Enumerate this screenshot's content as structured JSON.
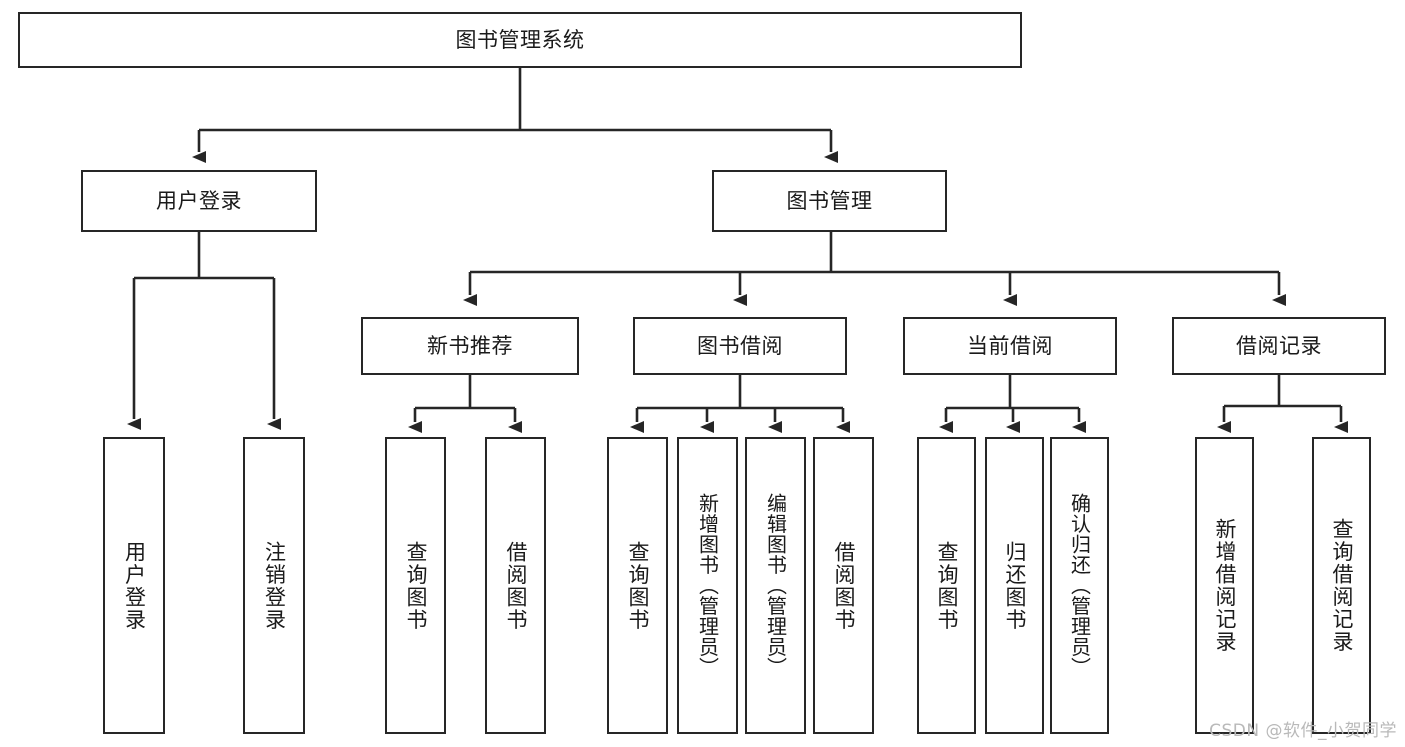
{
  "diagram": {
    "type": "tree-hierarchy",
    "title": "图书管理系统",
    "watermark": "CSDN @软件_小贺同学",
    "colors": {
      "stroke": "#262626",
      "fill": "#ffffff",
      "text": "#1a1a1a",
      "watermark": "#b9b9b9"
    },
    "nodes": {
      "root": {
        "label": "图书管理系统"
      },
      "level1": [
        {
          "id": "user-login",
          "label": "用户登录"
        },
        {
          "id": "book-management",
          "label": "图书管理"
        }
      ],
      "level2": [
        {
          "id": "new-book-recommend",
          "label": "新书推荐"
        },
        {
          "id": "book-borrow",
          "label": "图书借阅"
        },
        {
          "id": "current-borrow",
          "label": "当前借阅"
        },
        {
          "id": "borrow-record",
          "label": "借阅记录"
        }
      ],
      "leaves": {
        "user_login": [
          {
            "id": "leaf-user-login",
            "label": "用户登录"
          },
          {
            "id": "leaf-user-logout",
            "label": "注销登录"
          }
        ],
        "new_book_recommend": [
          {
            "id": "leaf-query-book-1",
            "label": "查询图书"
          },
          {
            "id": "leaf-borrow-book-1",
            "label": "借阅图书"
          }
        ],
        "book_borrow": [
          {
            "id": "leaf-query-book-2",
            "label": "查询图书"
          },
          {
            "id": "leaf-add-book",
            "label": "新增图书（管理员）"
          },
          {
            "id": "leaf-edit-book",
            "label": "编辑图书（管理员）"
          },
          {
            "id": "leaf-borrow-book-2",
            "label": "借阅图书"
          }
        ],
        "current_borrow": [
          {
            "id": "leaf-query-book-3",
            "label": "查询图书"
          },
          {
            "id": "leaf-return-book",
            "label": "归还图书"
          },
          {
            "id": "leaf-confirm-return",
            "label": "确认归还（管理员）"
          }
        ],
        "borrow_record": [
          {
            "id": "leaf-add-record",
            "label": "新增借阅记录"
          },
          {
            "id": "leaf-query-record",
            "label": "查询借阅记录"
          }
        ]
      }
    }
  }
}
